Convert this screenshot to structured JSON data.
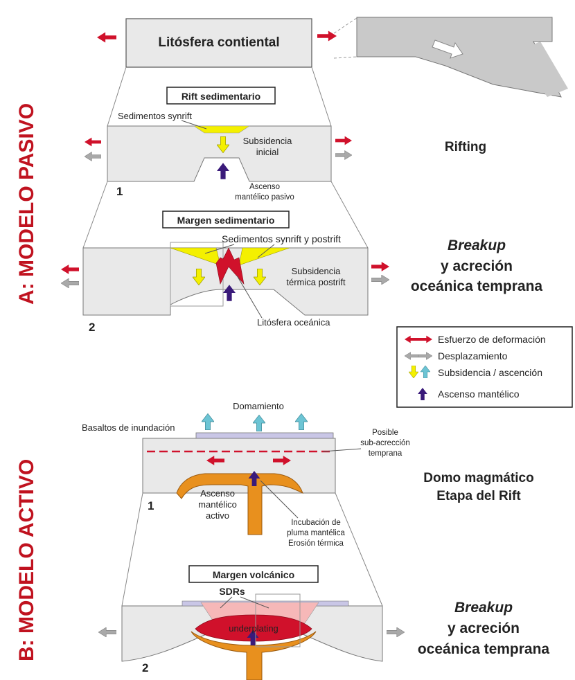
{
  "section_a": {
    "title": "A: MODELO PASIVO",
    "top_block_label": "Litósfera contiental",
    "stage1": {
      "box_title": "Rift sedimentario",
      "sediments": "Sedimentos synrift",
      "subsidence_line1": "Subsidencia",
      "subsidence_line2": "inicial",
      "mantle_line1": "Ascenso",
      "mantle_line2": "mantélico pasivo",
      "number": "1",
      "side_label": "Rifting"
    },
    "stage2": {
      "box_title": "Margen sedimentario",
      "sediments": "Sedimentos synrift y postrift",
      "subsidence_line1": "Subsidencia",
      "subsidence_line2": "térmica postrift",
      "oceanic": "Litósfera oceánica",
      "number": "2",
      "side_line1": "Breakup",
      "side_line2": "y acreción",
      "side_line3": "oceánica temprana"
    }
  },
  "legend": {
    "items": [
      {
        "label": "Esfuerzo de deformación",
        "icon": "red-double-arrow-icon"
      },
      {
        "label": "Desplazamiento",
        "icon": "gray-double-arrow-icon"
      },
      {
        "label": "Subsidencia / ascención",
        "icon": "yellow-blue-arrows-icon"
      },
      {
        "label": "Ascenso mantélico",
        "icon": "purple-arrow-icon"
      }
    ]
  },
  "section_b": {
    "title": "B: MODELO ACTIVO",
    "stage1": {
      "domamiento": "Domamiento",
      "basaltos": "Basaltos de inundación",
      "posible_line1": "Posible",
      "posible_line2": "sub-acrección",
      "posible_line3": "temprana",
      "mantle_line1": "Ascenso",
      "mantle_line2": "mantélico",
      "mantle_line3": "activo",
      "incub_line1": "Incubación de",
      "incub_line2": "pluma mantélica",
      "incub_line3": "Erosión térmica",
      "number": "1",
      "side_line1": "Domo magmático",
      "side_line2": "Etapa del Rift"
    },
    "stage2": {
      "box_title": "Margen volcánico",
      "sdrs": "SDRs",
      "underplating": "underplating",
      "number": "2",
      "side_line1": "Breakup",
      "side_line2": "y acreción",
      "side_line3": "oceánica temprana"
    }
  },
  "colors": {
    "red": "#d0112b",
    "gray": "#a9a9a9",
    "yellow": "#f4f000",
    "blue": "#6cc4d4",
    "purple": "#3a1a7a",
    "orange": "#e8901e",
    "block": "#e9e9e9",
    "title_red": "#c0121f"
  }
}
